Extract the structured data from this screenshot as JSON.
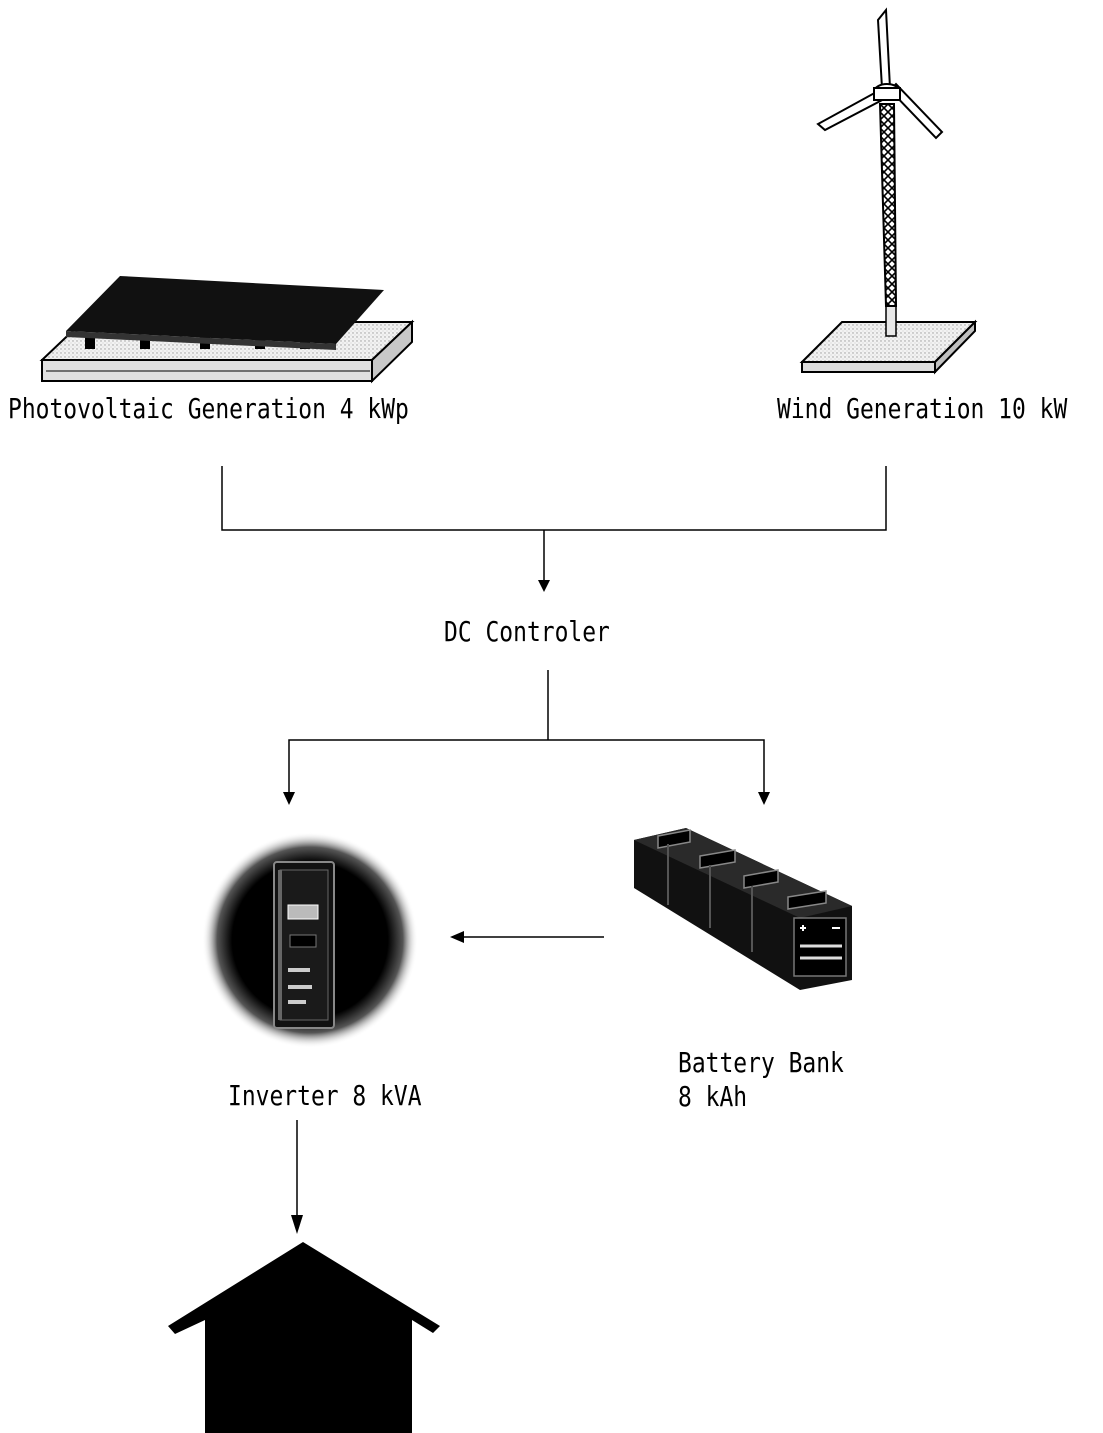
{
  "nodes": {
    "pv": {
      "label": "Photovoltaic Generation 4 kWp",
      "icon": "solar-panel-icon"
    },
    "wind": {
      "label": "Wind Generation 10 kW",
      "icon": "wind-turbine-icon"
    },
    "dc": {
      "label": "DC Controler"
    },
    "inverter": {
      "label": "Inverter 8 kVA",
      "icon": "inverter-icon"
    },
    "battery": {
      "label_line1": "Battery Bank",
      "label_line2": "8 kAh",
      "icon": "battery-bank-icon"
    },
    "house": {
      "icon": "house-icon"
    }
  },
  "edges": [
    {
      "from": "pv",
      "to": "dc"
    },
    {
      "from": "wind",
      "to": "dc"
    },
    {
      "from": "dc",
      "to": "inverter"
    },
    {
      "from": "dc",
      "to": "battery"
    },
    {
      "from": "battery",
      "to": "inverter"
    },
    {
      "from": "inverter",
      "to": "house"
    }
  ],
  "colors": {
    "ink": "#000000",
    "background": "#ffffff",
    "base": "#e8e8e8"
  }
}
